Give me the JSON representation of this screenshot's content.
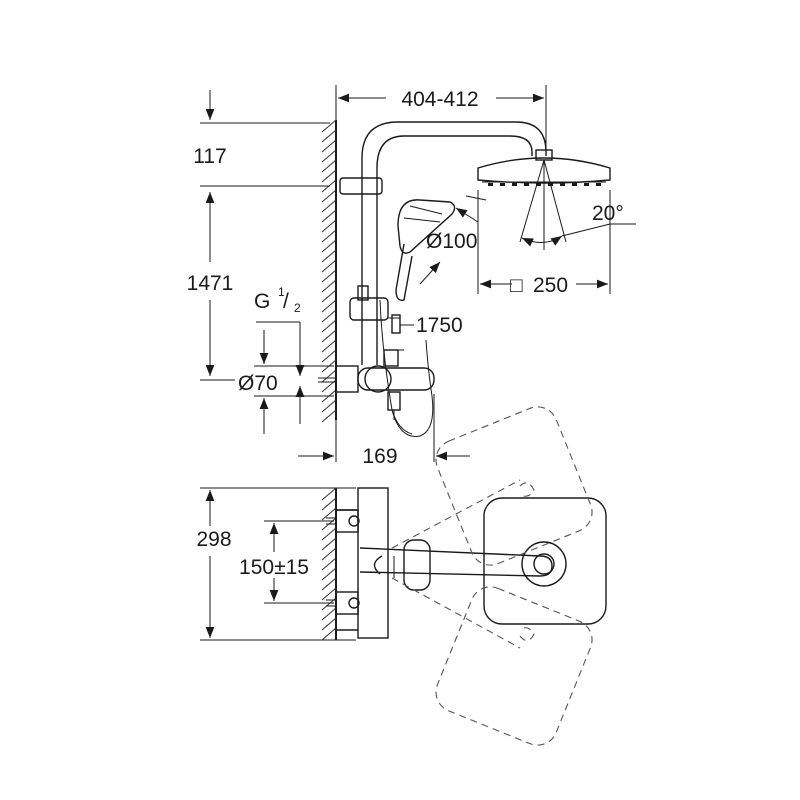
{
  "dimensions": {
    "top_width": "404-412",
    "top_offset": "117",
    "height": "1471",
    "thread": "G",
    "thread_frac_num": "1",
    "thread_frac_den": "2",
    "hand_shower_dia": "Ø100",
    "hose_length": "1750",
    "inlet_dia": "Ø70",
    "projection": "169",
    "head_size": "250",
    "head_size_symbol": "□",
    "angle": "20°",
    "depth": "298",
    "center_distance": "150±15"
  }
}
